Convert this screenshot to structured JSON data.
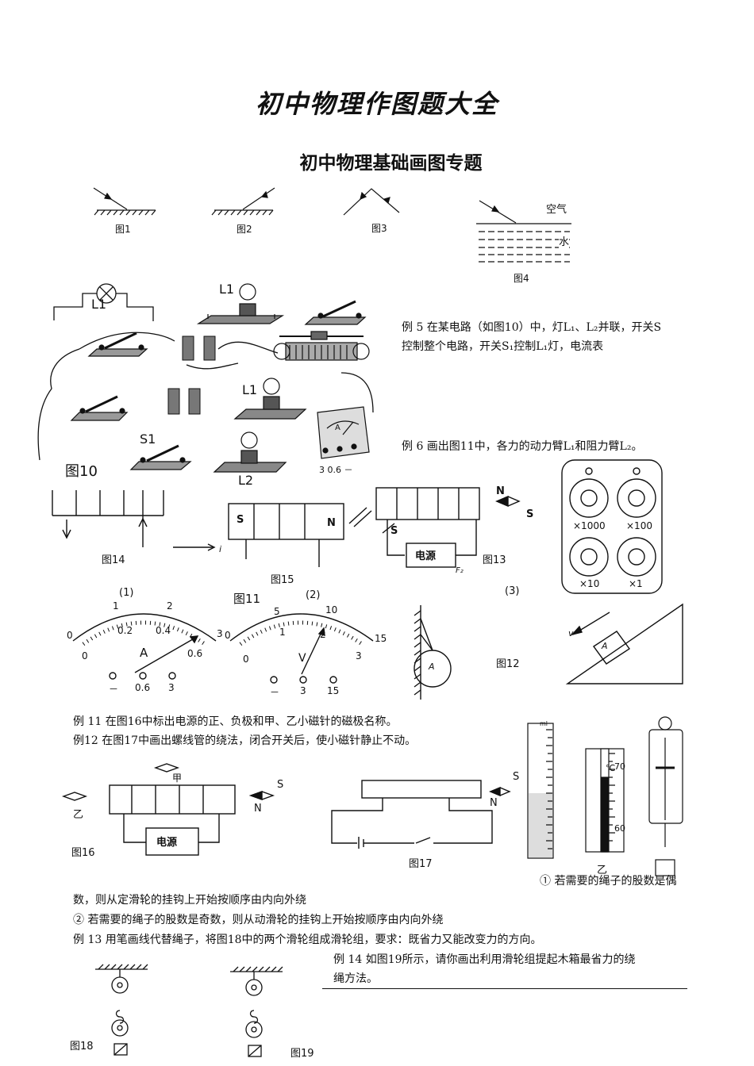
{
  "title": "初中物理作图题大全",
  "subtitle": "初中物理基础画图专题",
  "figures": {
    "fig1": "图1",
    "fig2": "图2",
    "fig3": "图3",
    "fig4": "图4",
    "air": "空气",
    "water": "水",
    "fig10": "图10",
    "fig11": "图11",
    "fig12": "图12",
    "fig13": "图13",
    "fig14": "图14",
    "fig15": "图15",
    "fig16": "图16",
    "fig17": "图17",
    "fig18": "图18",
    "fig19": "图19"
  },
  "labels": {
    "L1a": "L1",
    "L1b": "L1",
    "L1c": "L1",
    "L2": "L2",
    "S1": "S1",
    "S": "S",
    "N": "N",
    "power": "电源",
    "jia": "甲",
    "yi": "乙",
    "i_label": "i",
    "F2": "F₂",
    "p1": "(1)",
    "p2": "(2)",
    "p3": "(3)",
    "ammeterA": "A",
    "voltV": "V",
    "boxA": "A",
    "ballA": "A",
    "v": "v",
    "x1000": "×1000",
    "x100": "×100",
    "x10": "×10",
    "x1": "×1",
    "celsius": "℃",
    "t70": "70",
    "t60": "60",
    "ml": "ml",
    "ammeter_small": "A"
  },
  "meter1": {
    "top_ticks": [
      "0",
      "1",
      "2",
      "3"
    ],
    "bottom_ticks": [
      "0",
      "0.2",
      "0.4",
      "0.6"
    ],
    "terminals": [
      "－",
      "0.6",
      "3"
    ]
  },
  "meter2": {
    "top_ticks": [
      "0",
      "5",
      "10",
      "15"
    ],
    "bottom_ticks": [
      "0",
      "1",
      "2",
      "3"
    ],
    "terminals": [
      "－",
      "3",
      "15"
    ]
  },
  "small_meter_terminals": "3  0.6  －",
  "examples": {
    "ex5_line1": "例 5 在某电路（如图10）中，灯L₁、L₂并联，开关S",
    "ex5_line2": "控制整个电路，开关S₁控制L₁灯，电流表",
    "ex6": "例 6 画出图11中，各力的动力臂L₁和阻力臂L₂。",
    "ex11": "例 11 在图16中标出电源的正、负极和甲、乙小磁针的磁极名称。",
    "ex12": "例12  在图17中画出螺线管的绕法，闭合开关后，使小磁针静止不动。",
    "note1a": "① 若需要的绳子的股数是偶",
    "note1b": "数，则从定滑轮的挂钩上开始按顺序由内向外绕",
    "note2": "② 若需要的绳子的股数是奇数，则从动滑轮的挂钩上开始按顺序由内向外绕",
    "ex13": "例 13  用笔画线代替绳子，将图18中的两个滑轮组成滑轮组，要求：既省力又能改变力的方向。",
    "ex14_line1": "例 14  如图19所示，请你画出利用滑轮组提起木箱最省力的绕",
    "ex14_line2": "绳方法。"
  }
}
